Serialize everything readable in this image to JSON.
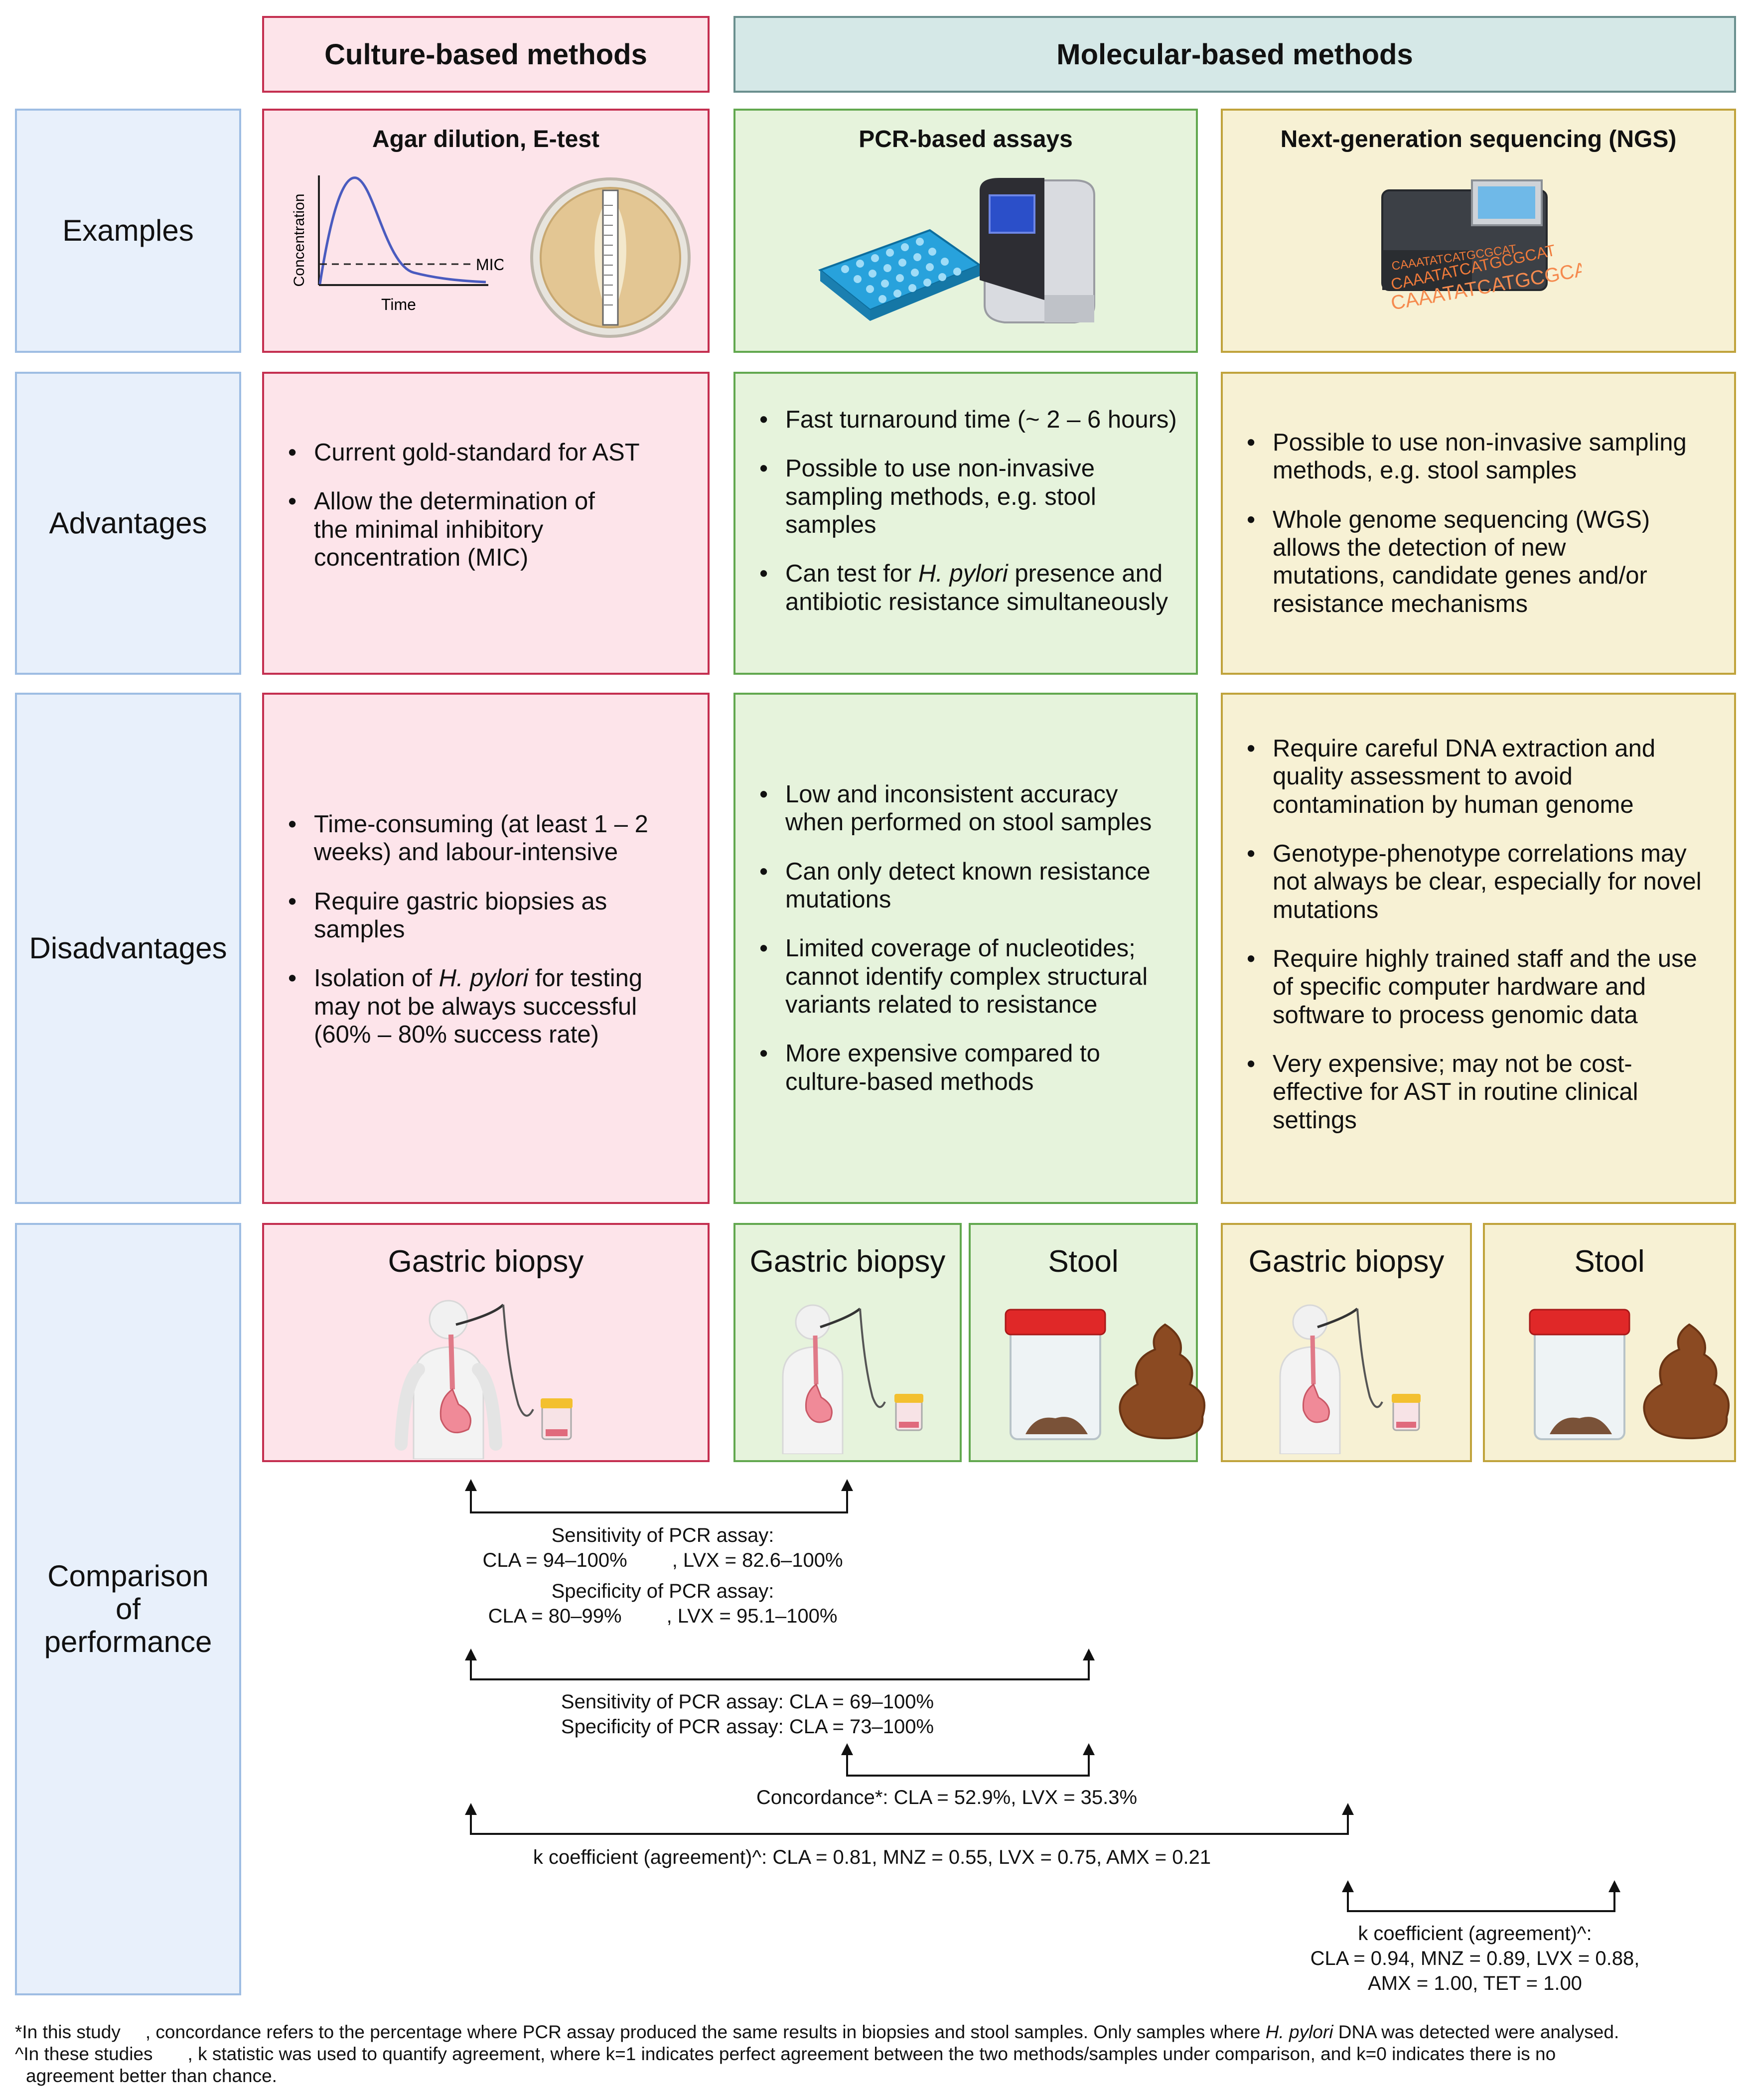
{
  "headers": {
    "culture": "Culture-based methods",
    "molecular": "Molecular-based methods"
  },
  "row_labels": {
    "examples": "Examples",
    "advantages": "Advantages",
    "disadvantages": "Disadvantages",
    "comparison": [
      "Comparison",
      "of",
      "performance"
    ]
  },
  "examples": {
    "culture": {
      "title": "Agar dilution, E-test",
      "graph_ylabel": "Concentration",
      "graph_xlabel": "Time",
      "graph_mic_label": "MIC"
    },
    "pcr": {
      "title": "PCR-based assays"
    },
    "ngs": {
      "title": "Next-generation sequencing (NGS)",
      "dna_text": "CAAATATCATGCGCAT"
    }
  },
  "advantages": {
    "culture": [
      "Current gold-standard for AST",
      "Allow the determination of the minimal inhibitory concentration (MIC)"
    ],
    "pcr": [
      "Fast turnaround time (~ 2 – 6 hours)",
      "Possible to use non-invasive sampling methods, e.g. stool samples",
      {
        "pre": "Can test for ",
        "italic": "H. pylori",
        "post": " presence and antibiotic resistance simultaneously"
      }
    ],
    "ngs": [
      "Possible to use non-invasive sampling methods, e.g. stool samples",
      "Whole genome sequencing (WGS) allows the detection of new mutations, candidate genes and/or resistance mechanisms"
    ]
  },
  "disadvantages": {
    "culture": [
      "Time-consuming (at least 1 – 2 weeks) and labour-intensive",
      "Require gastric biopsies as samples",
      {
        "pre": "Isolation of ",
        "italic": "H. pylori",
        "post": " for testing may not be always successful (60% – 80% success rate)"
      }
    ],
    "pcr": [
      "Low and inconsistent accuracy when performed on stool samples",
      "Can only detect known resistance mutations",
      "Limited coverage of nucleotides; cannot identify complex structural variants related to resistance",
      "More expensive compared to culture-based methods"
    ],
    "ngs": [
      "Require careful DNA extraction and quality assessment to avoid contamination by human genome",
      "Genotype-phenotype correlations may not always be clear, especially for novel mutations",
      "Require highly trained staff and the use of specific computer hardware and software to process genomic data",
      "Very expensive; may not be cost-effective for AST in routine clinical settings"
    ]
  },
  "samples": {
    "culture_biopsy": "Gastric biopsy",
    "pcr_biopsy": "Gastric biopsy",
    "pcr_stool": "Stool",
    "ngs_biopsy": "Gastric biopsy",
    "ngs_stool": "Stool"
  },
  "comparisons": {
    "c1_line1": "Sensitivity of PCR assay:",
    "c1_line2a": "CLA = 94–100%",
    "c1_line2b": ", LVX = 82.6–100%",
    "c1_line3": "Specificity of PCR assay:",
    "c1_line4a": "CLA = 80–99%",
    "c1_line4b": ", LVX = 95.1–100%",
    "c2_line1": "Sensitivity of PCR assay: CLA = 69–100%",
    "c2_line2": "Specificity of PCR assay: CLA = 73–100%",
    "c3": "Concordance*: CLA = 52.9%, LVX = 35.3%",
    "c4": "k coefficient (agreement)^: CLA = 0.81, MNZ = 0.55, LVX = 0.75, AMX = 0.21",
    "c5_line1": "k coefficient (agreement)^:",
    "c5_line2": "CLA = 0.94, MNZ = 0.89, LVX = 0.88,",
    "c5_line3": "AMX = 1.00, TET = 1.00"
  },
  "footnotes": {
    "f1a": "*In this study",
    "f1b": ", concordance refers to the percentage where PCR assay produced the same results in biopsies and stool samples. Only samples where",
    "f1_italic": "H. pylori",
    "f1c": "DNA was detected were analysed.",
    "f2a": "^In these studies",
    "f2b": ", k statistic was used to quantify agreement, where k=1 indicates perfect agreement between the two methods/samples under comparison, and k=0 indicates there is no",
    "f3": "agreement better than chance."
  }
}
